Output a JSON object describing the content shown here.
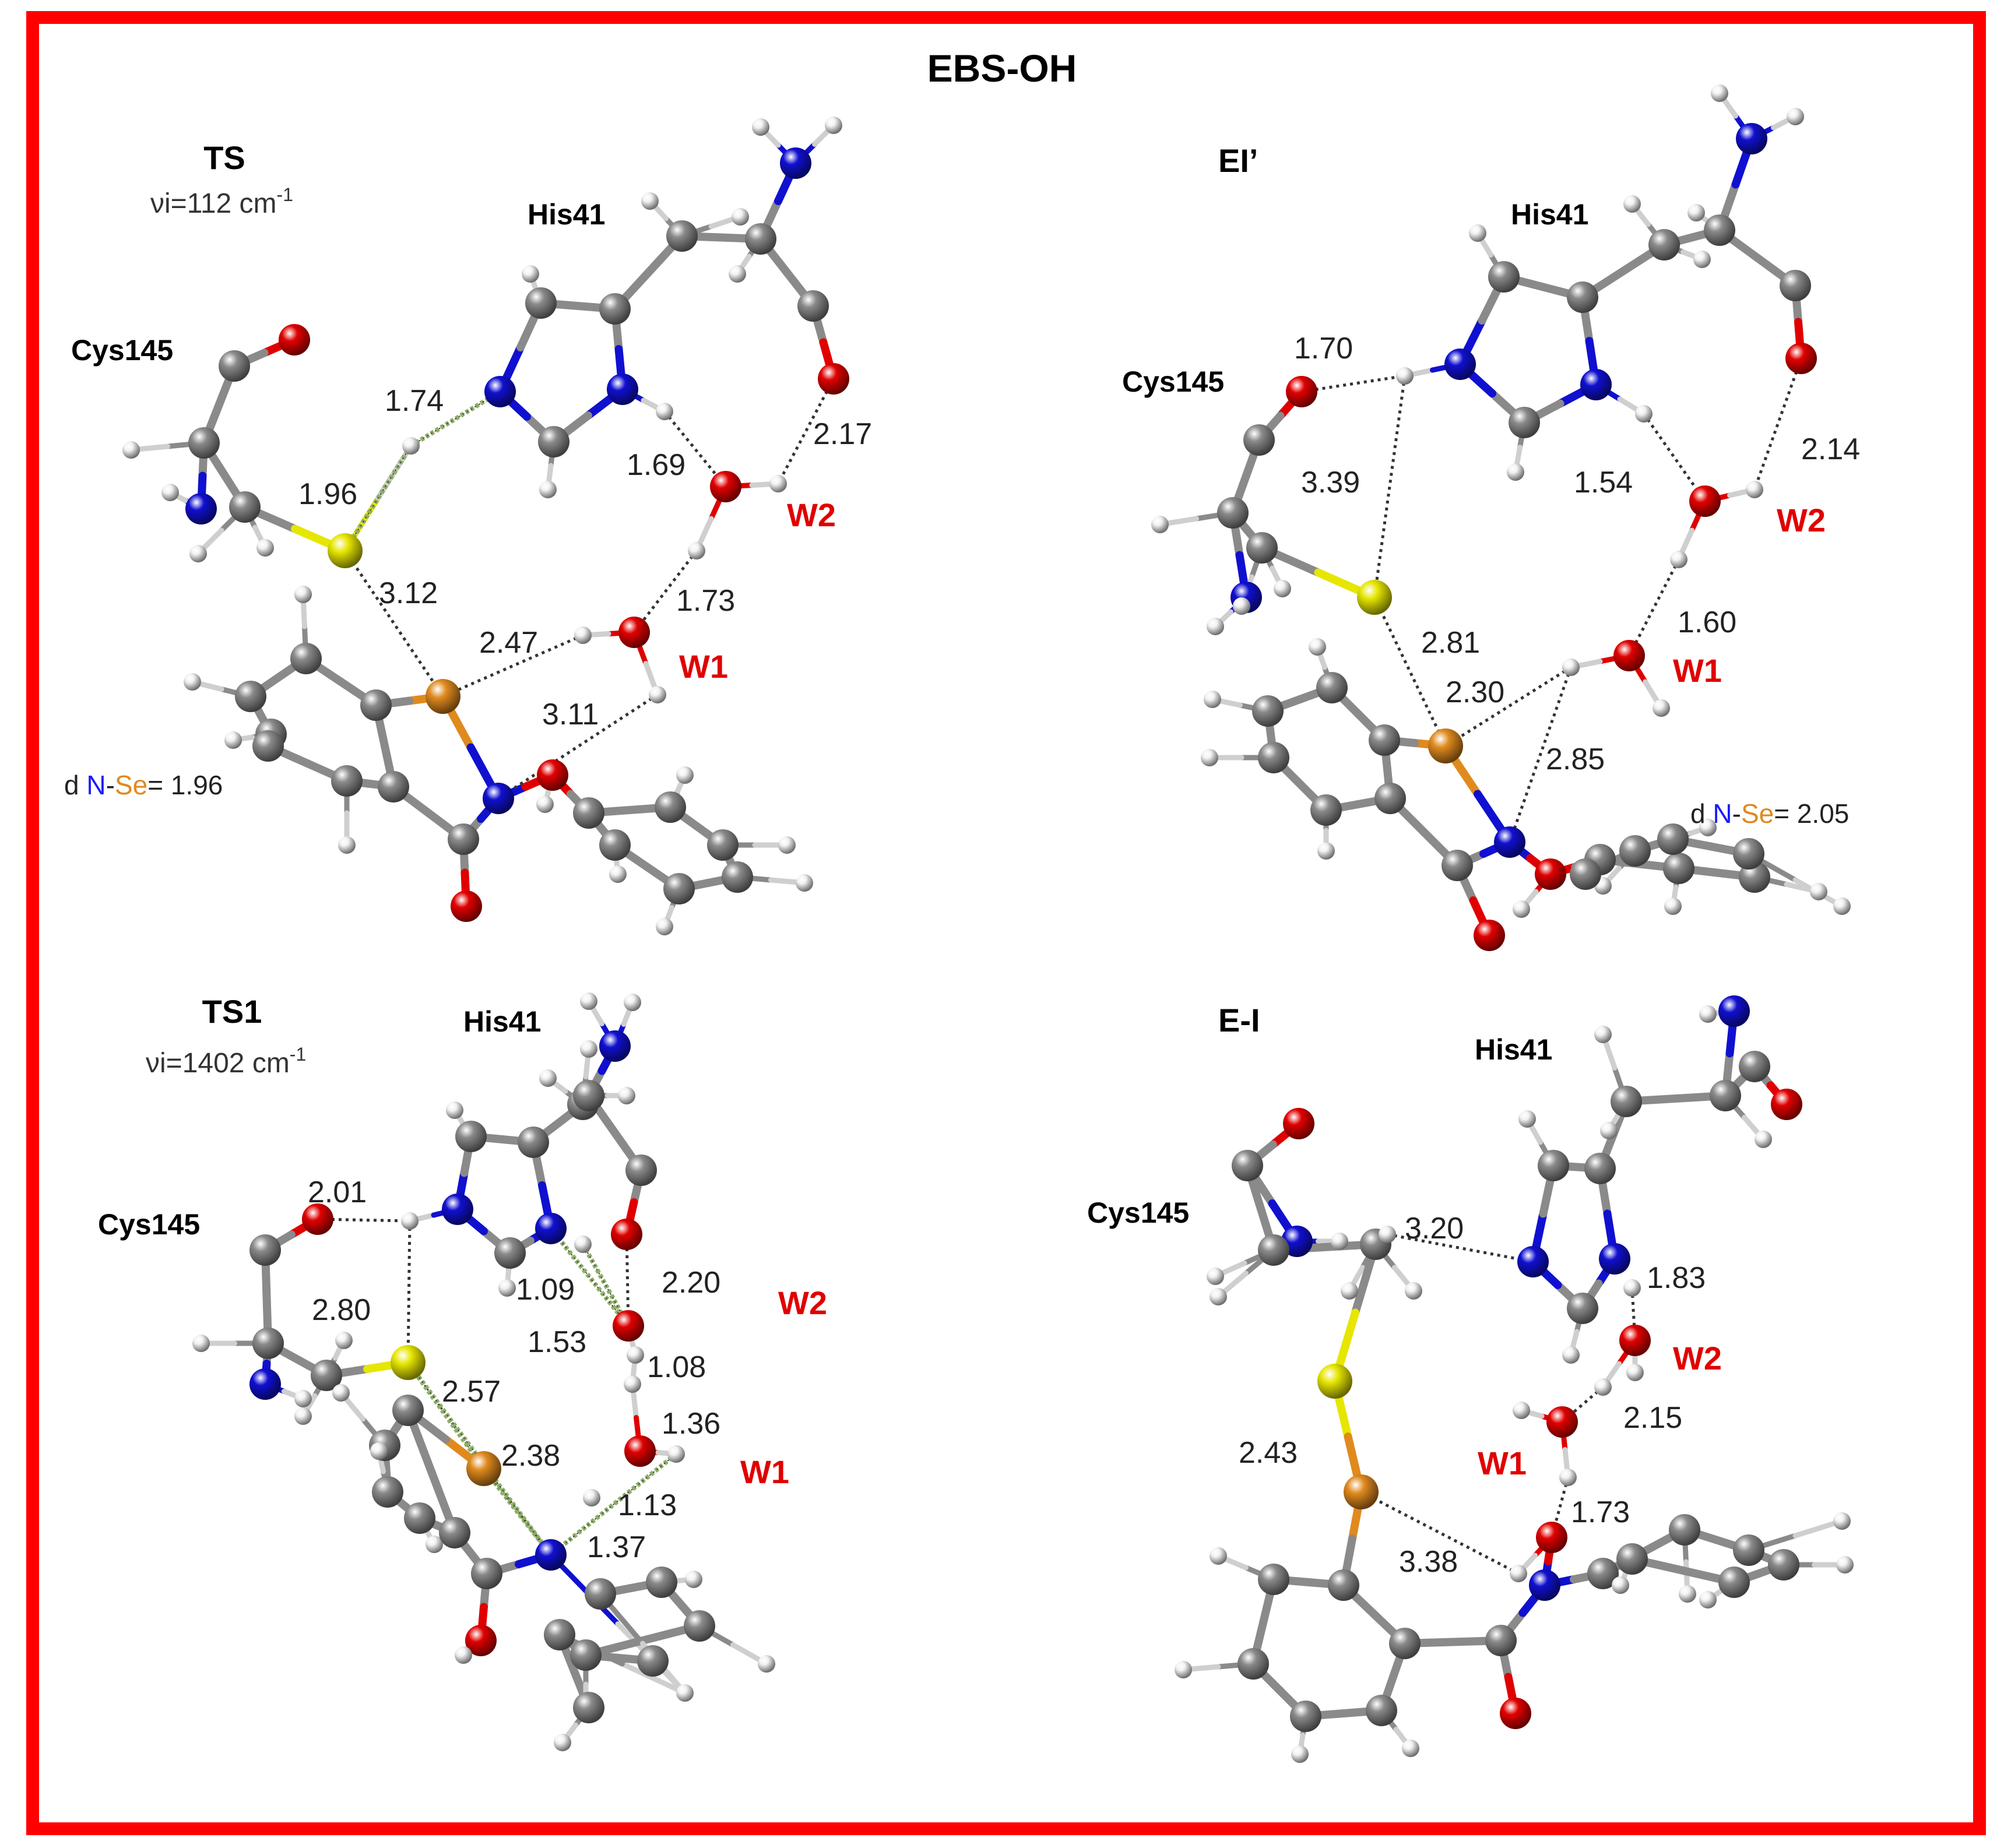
{
  "title": "EBS-OH",
  "colors": {
    "frame": "#ff0000",
    "carbon": "#8a8a8a",
    "hydrogen": "#f2f2f2",
    "oxygen": "#e00000",
    "nitrogen": "#1010d0",
    "sulfur": "#e6e600",
    "selenium": "#e08a1e",
    "water_label": "#e00000",
    "n_label": "#1a1aff",
    "se_label": "#e08a1e"
  },
  "panels": [
    {
      "id": "ts",
      "label": "TS",
      "freq": {
        "prefix": "νi=112 cm",
        "sup": "-1"
      },
      "residues": {
        "his": "His41",
        "cys": "Cys145"
      },
      "waters": [
        "W2",
        "W1"
      ],
      "distances": [
        "1.74",
        "1.96",
        "1.69",
        "2.17",
        "3.12",
        "1.73",
        "2.47",
        "3.11"
      ],
      "dnse": {
        "prefix": "d ",
        "n": "N",
        "dash": "-",
        "se": "Se",
        "value": "= 1.96"
      }
    },
    {
      "id": "ei-prime",
      "label": "EI’",
      "residues": {
        "his": "His41",
        "cys": "Cys145"
      },
      "waters": [
        "W2",
        "W1"
      ],
      "distances": [
        "1.70",
        "3.39",
        "1.54",
        "2.14",
        "2.81",
        "1.60",
        "2.30",
        "2.85"
      ],
      "dnse": {
        "prefix": "d ",
        "n": "N",
        "dash": "-",
        "se": "Se",
        "value": "= 2.05"
      }
    },
    {
      "id": "ts1",
      "label": "TS1",
      "freq": {
        "prefix": "νi=1402 cm",
        "sup": "-1"
      },
      "residues": {
        "his": "His41",
        "cys": "Cys145"
      },
      "waters": [
        "W2",
        "W1"
      ],
      "distances": [
        "2.01",
        "2.80",
        "1.09",
        "2.20",
        "1.53",
        "1.08",
        "2.57",
        "1.36",
        "2.38",
        "1.13",
        "1.37"
      ]
    },
    {
      "id": "e-i",
      "label": "E-I",
      "residues": {
        "his": "His41",
        "cys": "Cys145"
      },
      "waters": [
        "W2",
        "W1"
      ],
      "distances": [
        "3.20",
        "1.83",
        "2.15",
        "2.43",
        "1.73",
        "3.38"
      ]
    }
  ]
}
